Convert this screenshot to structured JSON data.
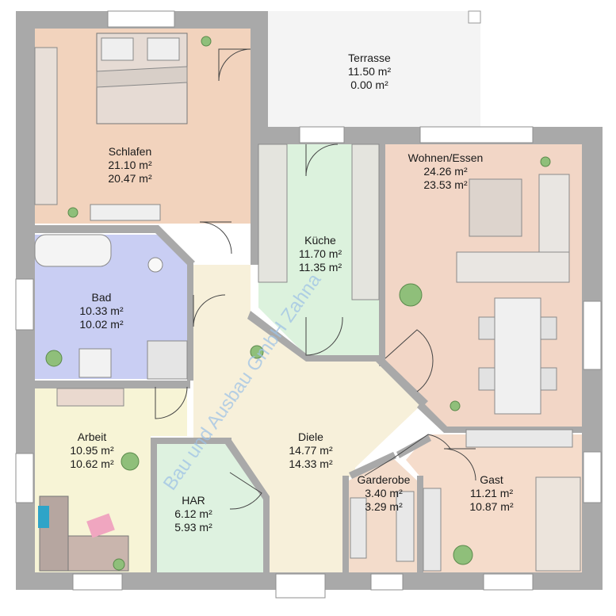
{
  "watermark": "Bau und Ausbau GmbH Zahna",
  "rooms": [
    {
      "key": "terrasse",
      "name": "Terrasse",
      "area_1": "11.50 m²",
      "area_2": "0.00 m²"
    },
    {
      "key": "schlafen",
      "name": "Schlafen",
      "area_1": "21.10 m²",
      "area_2": "20.47 m²"
    },
    {
      "key": "kueche",
      "name": "Küche",
      "area_1": "11.70 m²",
      "area_2": "11.35 m²"
    },
    {
      "key": "wohnen",
      "name": "Wohnen/Essen",
      "area_1": "24.26 m²",
      "area_2": "23.53 m²"
    },
    {
      "key": "bad",
      "name": "Bad",
      "area_1": "10.33 m²",
      "area_2": "10.02 m²"
    },
    {
      "key": "arbeit",
      "name": "Arbeit",
      "area_1": "10.95 m²",
      "area_2": "10.62 m²"
    },
    {
      "key": "diele",
      "name": "Diele",
      "area_1": "14.77 m²",
      "area_2": "14.33 m²"
    },
    {
      "key": "har",
      "name": "HAR",
      "area_1": "6.12 m²",
      "area_2": "5.93 m²"
    },
    {
      "key": "garderobe",
      "name": "Garderobe",
      "area_1": "3.40 m²",
      "area_2": "3.29 m²"
    },
    {
      "key": "gast",
      "name": "Gast",
      "area_1": "11.21 m²",
      "area_2": "10.87 m²"
    }
  ],
  "colors": {
    "wall": "#a9a9a9",
    "schlafen": "#f2d3bd",
    "kueche": "#dcf2dd",
    "wohnen": "#f2d6c6",
    "bad": "#c9cef3",
    "arbeit": "#f7f4d6",
    "diele": "#f7f0da",
    "har": "#def2e0",
    "garderobe": "#f3dccb",
    "gast": "#f5dccb",
    "terrasse": "#f4f4f4"
  }
}
